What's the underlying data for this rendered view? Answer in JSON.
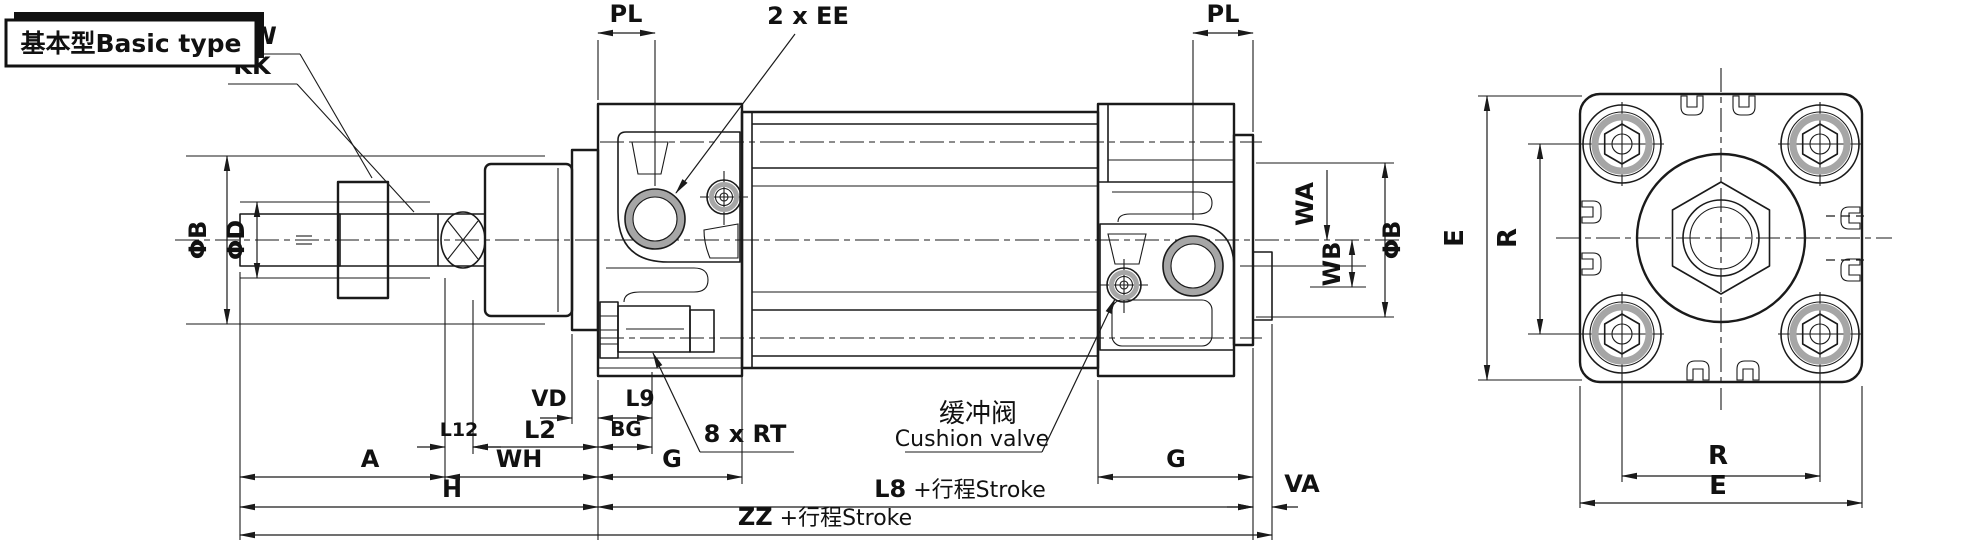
{
  "title": {
    "text": "基本型Basic type"
  },
  "labels": {
    "sw": "SW",
    "kk": "KK",
    "pl_front": "PL",
    "pl_rear": "PL",
    "ee": "2 x EE",
    "phi_b_left": "ΦB",
    "phi_d": "ΦD",
    "wa": "WA",
    "wb": "WB",
    "phi_b_right": "ΦB",
    "vd": "VD",
    "l9": "L9",
    "l12": "L12",
    "l2": "L2",
    "bg": "BG",
    "rt": "8 x RT",
    "a": "A",
    "wh": "WH",
    "g_front": "G",
    "g_rear": "G",
    "h": "H",
    "l8": "L8",
    "l8_suffix": " +行程Stroke",
    "va": "VA",
    "zz": "ZZ",
    "zz_suffix": " +行程Stroke",
    "cushion_cn": "缓冲阀",
    "cushion_en": "Cushion valve",
    "e_left": "E",
    "r_left": "R",
    "r_bottom": "R",
    "e_bottom": "E"
  },
  "colors": {
    "line": "#1a1a1a",
    "shade": "#a6a6a6",
    "background": "#ffffff"
  }
}
